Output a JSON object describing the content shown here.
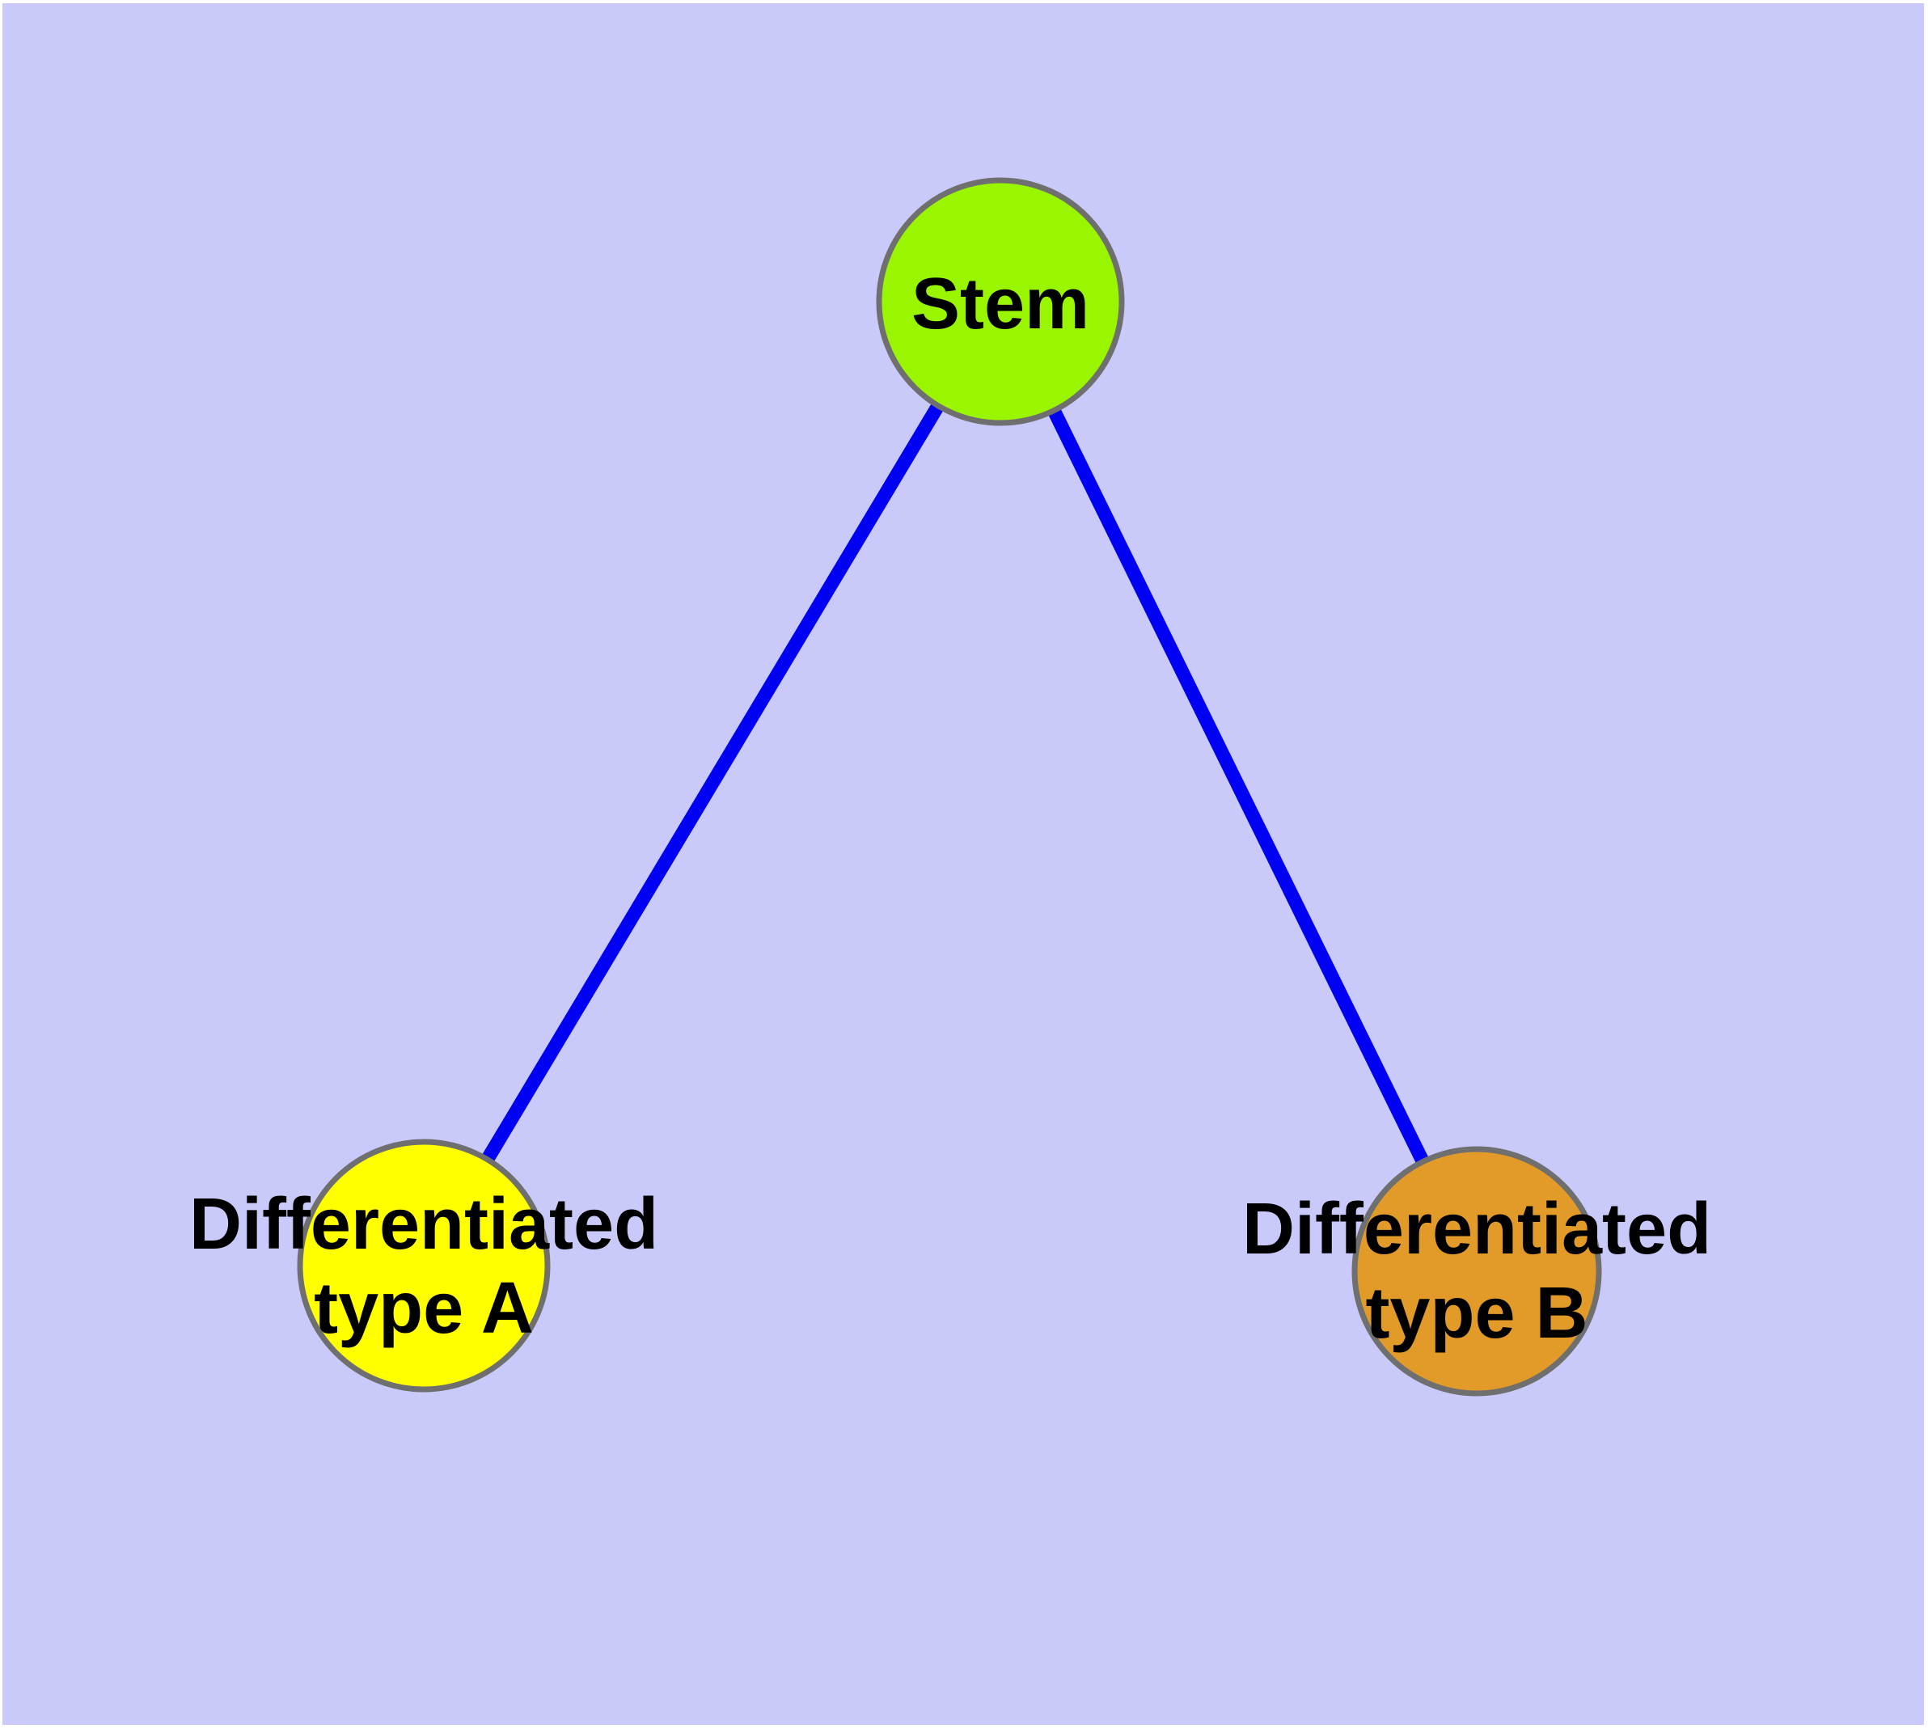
{
  "diagram": {
    "type": "graph",
    "background_color": "#cacafa",
    "margin_color": "#ffffff",
    "text_color": "#000000",
    "node_border_color": "#6f6f6f",
    "edge_color": "#0000f2",
    "nodes": [
      {
        "id": "stem",
        "label": "Stem",
        "lines": [
          "Stem"
        ],
        "fill": "#9af500"
      },
      {
        "id": "differentiated-type-a",
        "label": "Differentiated type A",
        "lines": [
          "Differentiated",
          "type A"
        ],
        "fill": "#ffff00"
      },
      {
        "id": "differentiated-type-b",
        "label": "Differentiated type B",
        "lines": [
          "Differentiated",
          "type B"
        ],
        "fill": "#e29a28"
      }
    ],
    "edges": [
      {
        "from": "Stem",
        "to": "Differentiated type A",
        "color": "#0000f2"
      },
      {
        "from": "Stem",
        "to": "Differentiated type B",
        "color": "#0000f2"
      }
    ]
  }
}
